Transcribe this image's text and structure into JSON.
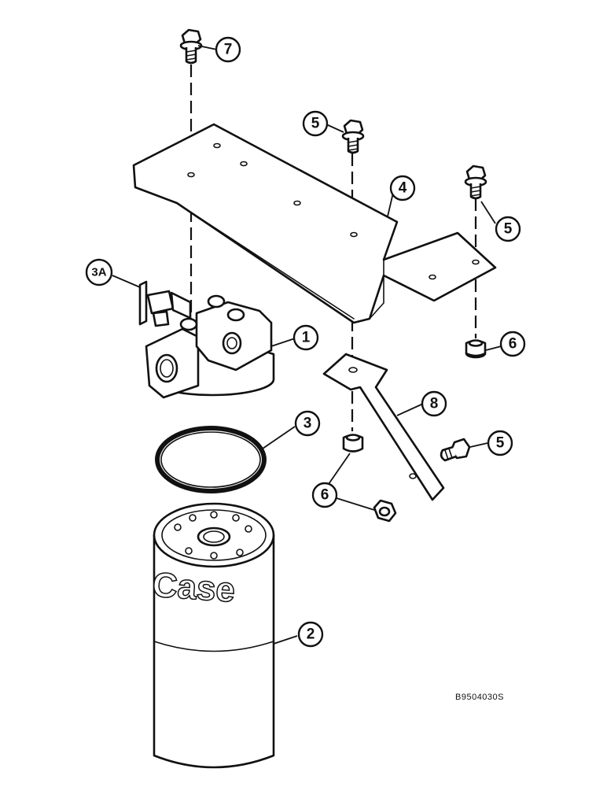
{
  "figure_code": "B9504030S",
  "brand_mark": "Case",
  "callouts": {
    "c1": "1",
    "c2": "2",
    "c3": "3",
    "c3a": "3A",
    "c4": "4",
    "c5a": "5",
    "c5b": "5",
    "c5c": "5",
    "c6a": "6",
    "c6b": "6",
    "c7": "7",
    "c8": "8"
  }
}
